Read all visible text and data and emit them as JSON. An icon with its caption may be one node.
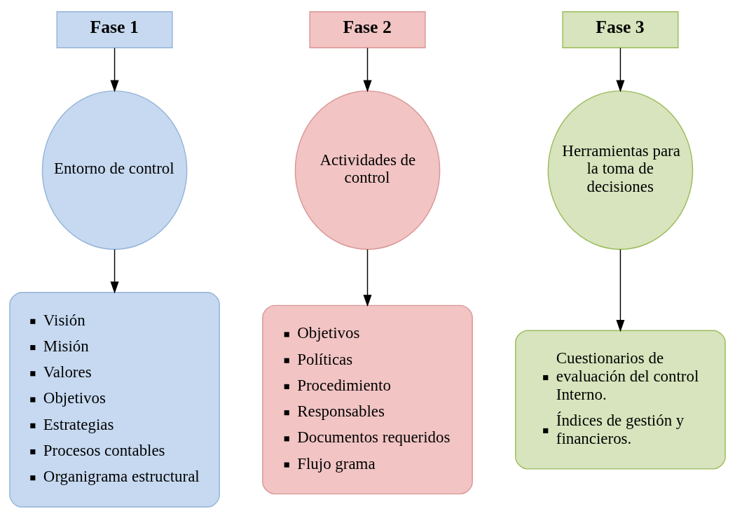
{
  "diagram": {
    "nodes": [
      {
        "text": [
          "Fase 1"
        ]
      },
      {
        "text": [
          "Entorno de control"
        ]
      },
      {
        "text": [
          "Visión",
          "Misión",
          "Valores",
          "Objetivos",
          "Estrategias",
          "Procesos contables",
          "Organigrama estructural"
        ]
      },
      {
        "text": [
          "Fase 2"
        ]
      },
      {
        "text": [
          "Actividades de control"
        ]
      },
      {
        "text": [
          "Objetivos",
          "Políticas",
          "Procedimiento",
          "Responsables",
          "Documentos requeridos",
          "Flujo grama"
        ]
      },
      {
        "text": [
          "Fase 3"
        ]
      },
      {
        "text": [
          "Herramientas para la toma de decisiones"
        ]
      },
      {
        "text": [
          "Cuestionarios de evaluación del control Interno.",
          "Índices de gestión y financieros."
        ]
      }
    ],
    "edges": [
      {
        "from": 0,
        "to": 1,
        "arrow": "to"
      },
      {
        "from": 1,
        "to": 2,
        "arrow": "to"
      },
      {
        "from": 3,
        "to": 4,
        "arrow": "to"
      },
      {
        "from": 4,
        "to": 5,
        "arrow": "to"
      },
      {
        "from": 6,
        "to": 7,
        "arrow": "to"
      },
      {
        "from": 7,
        "to": 8,
        "arrow": "to"
      }
    ]
  }
}
